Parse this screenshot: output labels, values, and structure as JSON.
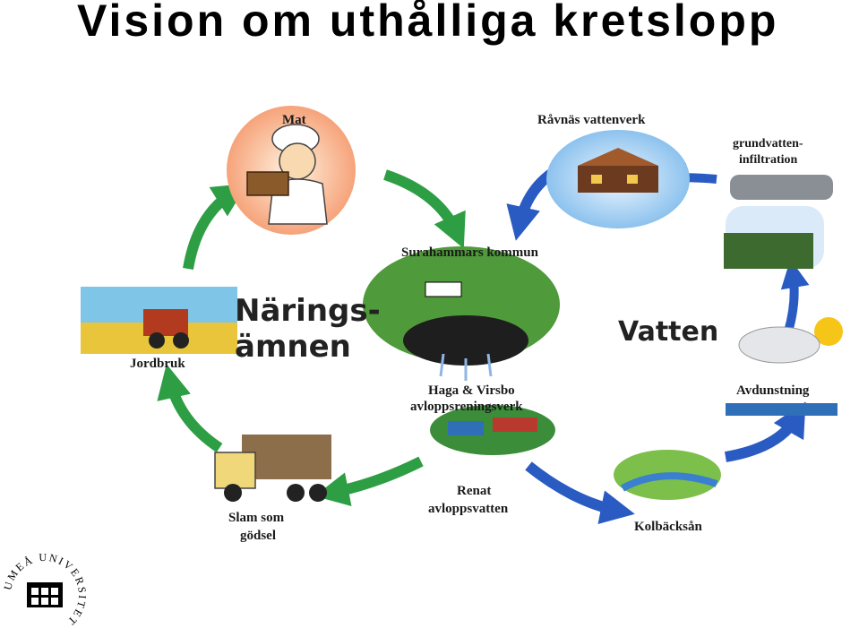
{
  "title": "Vision om uthålliga kretslopp",
  "diagram": {
    "labels": {
      "mat": "Mat",
      "ravnas": "Råvnäs vattenverk",
      "grundvatten_1": "grundvatten-",
      "grundvatten_2": "infiltration",
      "kommun": "Surahammars kommun",
      "vatten": "Vatten",
      "naring_1": "Närings-",
      "naring_2": "ämnen",
      "jordbruk": "Jordbruk",
      "haga_1": "Haga & Virsbo",
      "haga_2": "avloppsreningsverk",
      "avdunstning": "Avdunstning",
      "renat_1": "Renat",
      "renat_2": "avloppsvatten",
      "slam_1": "Slam som",
      "slam_2": "gödsel",
      "kolback": "Kolbäcksån"
    },
    "colors": {
      "green_arrow": "#2e9e44",
      "blue_arrow": "#2a5bc2",
      "text": "#1a1a1a"
    }
  },
  "logo": {
    "text": "UMEÅ UNIVERSITET"
  }
}
